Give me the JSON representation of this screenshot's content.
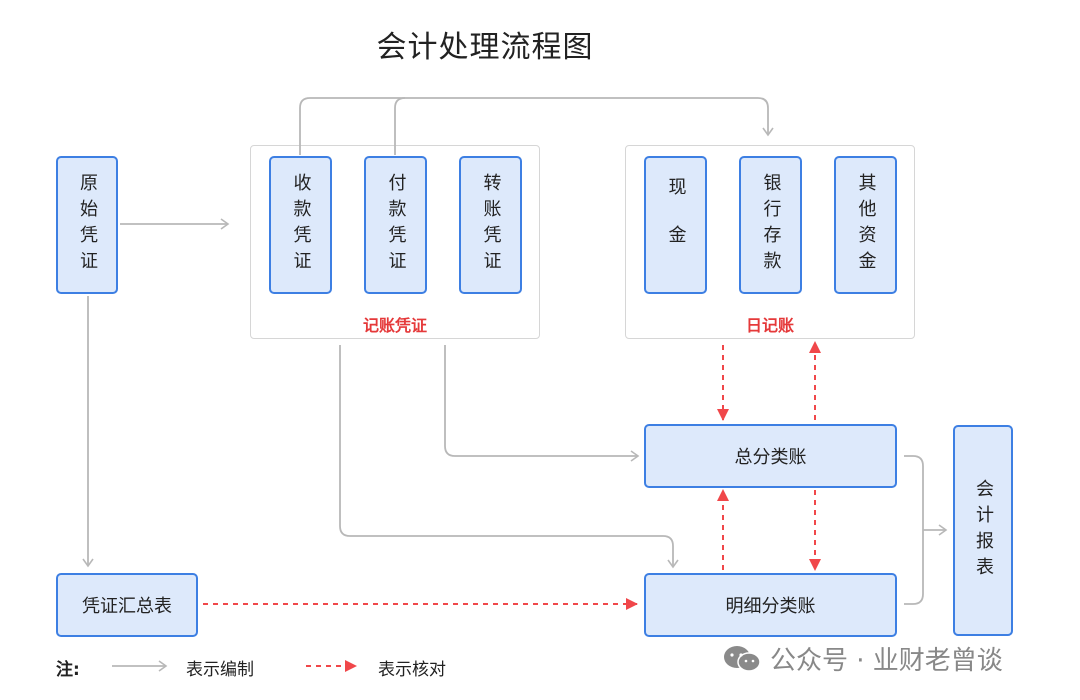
{
  "title": "会计处理流程图",
  "nodes": {
    "original_voucher": "原始凭证",
    "receipt_voucher": "收款凭证",
    "payment_voucher": "付款凭证",
    "transfer_voucher": "转账凭证",
    "cash": "现金",
    "bank_deposit": "银行存款",
    "other_funds": "其他资金",
    "general_ledger": "总分类账",
    "voucher_summary": "凭证汇总表",
    "detail_ledger": "明细分类账",
    "financial_report": "会计报表"
  },
  "groups": {
    "bookkeeping_voucher": "记账凭证",
    "journal": "日记账"
  },
  "legend": {
    "note_label": "注:",
    "compile": "表示编制",
    "check": "表示核对"
  },
  "watermark": "公众号 · 业财老曾谈",
  "colors": {
    "box_fill": "#dde9fb",
    "box_border": "#3d7fe3",
    "solid_arrow": "#b8b8b8",
    "dashed_arrow": "#f0474a",
    "group_label": "#e5393a"
  }
}
